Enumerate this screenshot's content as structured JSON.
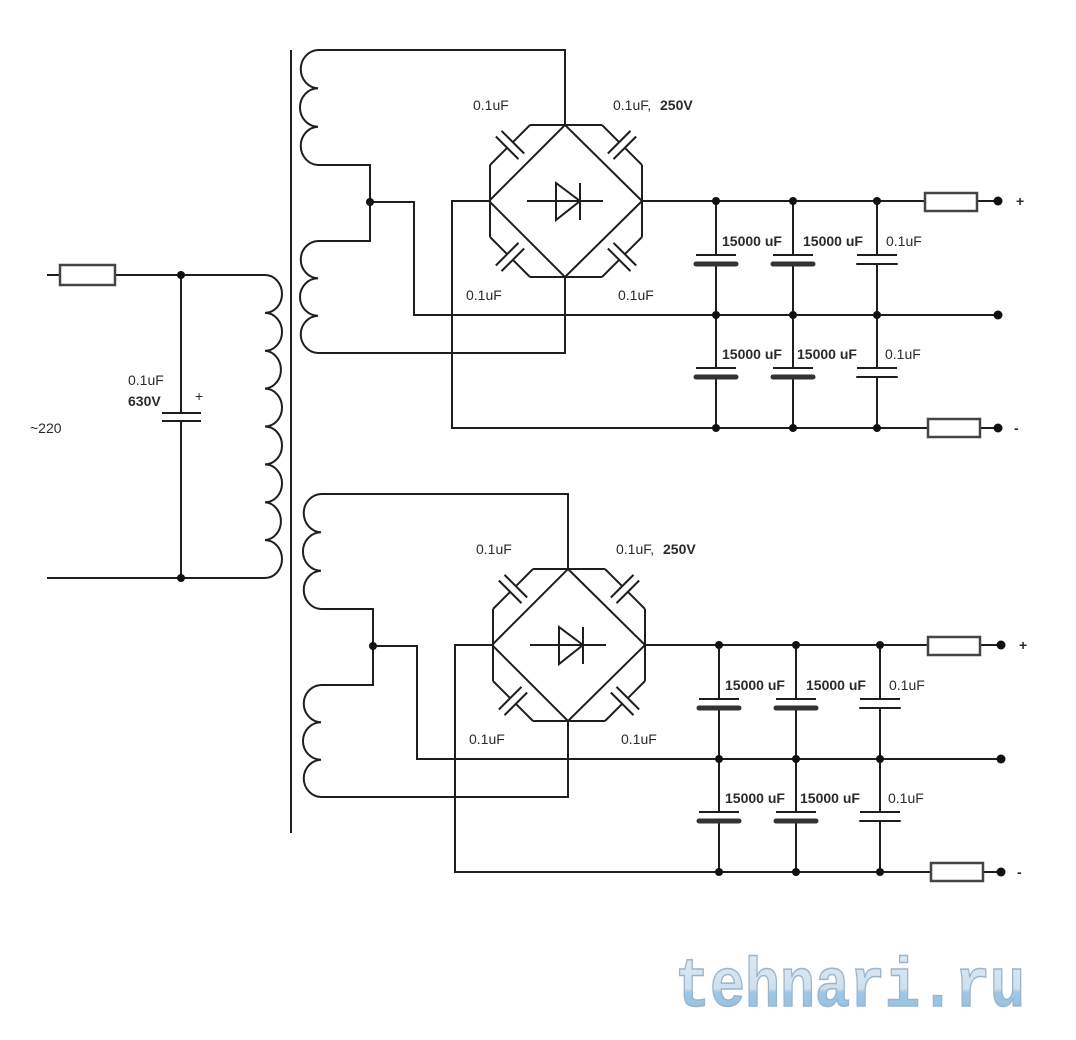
{
  "primary": {
    "input_label": "~220",
    "cap_value": "0.1uF",
    "cap_voltage": "630V",
    "cap_polarity": "+"
  },
  "blocks": [
    {
      "bridge_caps": {
        "top_left": "0.1uF",
        "top_right_value": "0.1uF,",
        "top_right_voltage": "250V",
        "bottom_left": "0.1uF",
        "bottom_right": "0.1uF"
      },
      "filter_caps_upper": [
        "15000 uF",
        "15000 uF",
        "0.1uF"
      ],
      "filter_caps_lower": [
        "15000 uF",
        "15000 uF",
        "0.1uF"
      ],
      "outputs": {
        "positive": "+",
        "negative": "-"
      }
    },
    {
      "bridge_caps": {
        "top_left": "0.1uF",
        "top_right_value": "0.1uF,",
        "top_right_voltage": "250V",
        "bottom_left": "0.1uF",
        "bottom_right": "0.1uF"
      },
      "filter_caps_upper": [
        "15000 uF",
        "15000 uF",
        "0.1uF"
      ],
      "filter_caps_lower": [
        "15000 uF",
        "15000 uF",
        "0.1uF"
      ],
      "outputs": {
        "positive": "+",
        "negative": "-"
      }
    }
  ],
  "watermark": "tehnari.ru",
  "colors": {
    "wire": "#1e1e1e",
    "watermark": "#a9cbe6"
  }
}
